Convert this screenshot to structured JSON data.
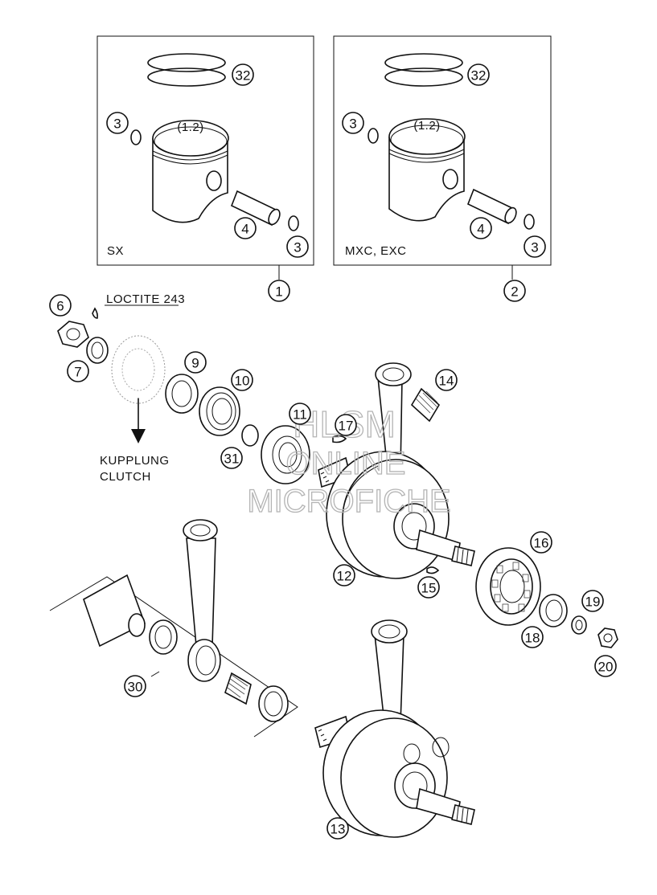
{
  "panels": {
    "sx_label": "SX",
    "mxc_label": "MXC, EXC",
    "piston_marking": "(1.2)"
  },
  "labels": {
    "loctite": "LOCTITE 243",
    "clutch_de": "KUPPLUNG",
    "clutch_en": "CLUTCH"
  },
  "watermark": {
    "line1": "HLSM",
    "line2": "ONLINE",
    "line3": "MICROFICHE"
  },
  "callouts": [
    "32",
    "3",
    "4",
    "3",
    "1",
    "32",
    "3",
    "4",
    "3",
    "2",
    "6",
    "7",
    "9",
    "10",
    "31",
    "11",
    "17",
    "14",
    "12",
    "15",
    "16",
    "19",
    "18",
    "20",
    "30",
    "13"
  ],
  "colors": {
    "ink": "#111111",
    "watermark": "#b4b4b4",
    "background": "#ffffff"
  }
}
